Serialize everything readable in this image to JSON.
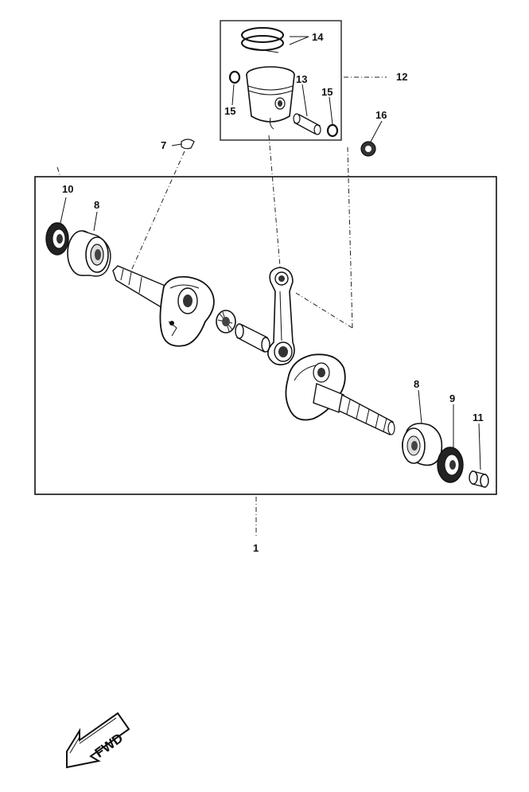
{
  "diagram": {
    "callouts": {
      "c1": "1",
      "c7": "7",
      "c8a": "8",
      "c8b": "8",
      "c9": "9",
      "c10": "10",
      "c11": "11",
      "c12": "12",
      "c13": "13",
      "c14": "14",
      "c15a": "15",
      "c15b": "15",
      "c16": "16"
    },
    "direction_badge": {
      "label": "FWD",
      "icon": "fwd-arrow-icon"
    }
  }
}
